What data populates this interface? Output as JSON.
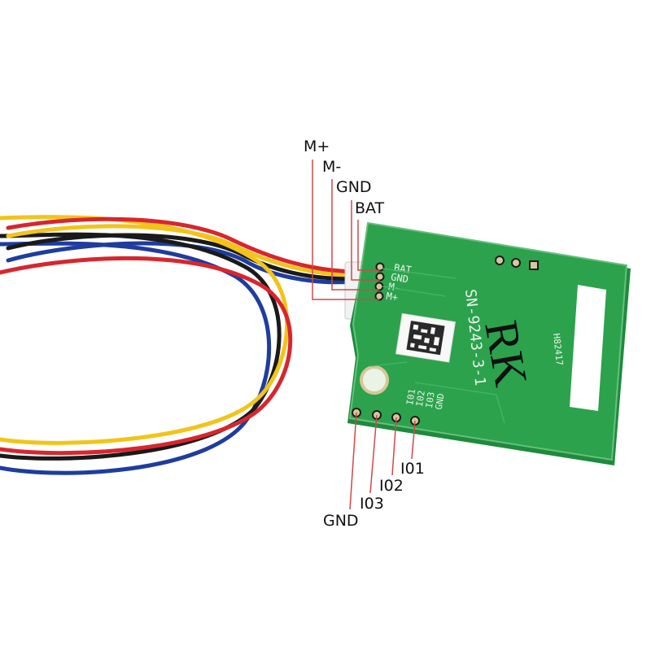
{
  "colors": {
    "pcb_green": "#2ca24d",
    "pcb_dark": "#1f8a3e",
    "pcb_edge": "#66c07c",
    "wire_red": "#d8262e",
    "wire_black": "#1a1a1a",
    "wire_yellow": "#f2c41a",
    "wire_blue": "#1f3c9e",
    "leader_line": "#d04848",
    "pad_gold": "#d7c79a"
  },
  "callouts": {
    "top": {
      "m_plus": "M+",
      "m_minus": "M-",
      "gnd": "GND",
      "bat": "BAT"
    },
    "bottom": {
      "io1": "I01",
      "io2": "I02",
      "io3": "I03",
      "gnd": "GND"
    }
  },
  "board": {
    "silkscreen_pins_top": [
      "BAT",
      "GND",
      "M-",
      "M+"
    ],
    "silkscreen_pins_bottom": [
      "I01",
      "I02",
      "I03",
      "GND"
    ],
    "part_number": "SN-9243-3-1",
    "handwritten_mark": "RK",
    "date_code": "H82417"
  }
}
